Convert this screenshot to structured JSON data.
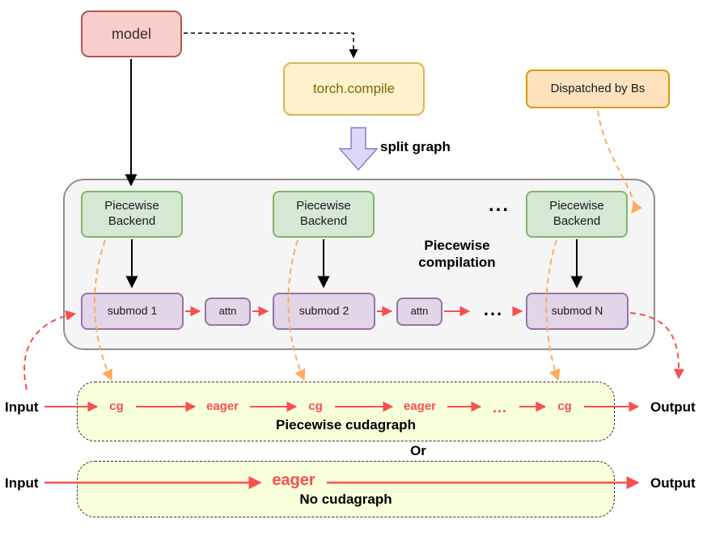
{
  "nodes": {
    "model": "model",
    "torch_compile": "torch.compile",
    "dispatched": "Dispatched by Bs",
    "split_graph": "split graph",
    "piecewise_compilation": "Piecewise compilation",
    "backend_1": "Piecewise Backend",
    "backend_2": "Piecewise Backend",
    "backend_3": "Piecewise Backend",
    "ellipsis_top": "...",
    "submod_1": "submod 1",
    "submod_2": "submod 2",
    "submod_n": "submod N",
    "attn_1": "attn",
    "attn_2": "attn",
    "ellipsis_mid": "..."
  },
  "cudagraph_row": {
    "label": "Piecewise cudagraph",
    "input": "Input",
    "output": "Output",
    "items": [
      "cg",
      "eager",
      "cg",
      "eager",
      "...",
      "cg"
    ]
  },
  "or_label": "Or",
  "no_cudagraph_row": {
    "label": "No cudagraph",
    "input": "Input",
    "output": "Output",
    "eager": "eager"
  },
  "colors": {
    "model_fill": "#f8cecc",
    "model_stroke": "#b85450",
    "yellow_fill": "#fff2cc",
    "yellow_stroke": "#d6b656",
    "torch_text": "#7d6608",
    "orange_fill": "#ffe2bd",
    "orange_stroke": "#d79b00",
    "green_fill": "#d5e8d4",
    "green_stroke": "#82b366",
    "purple_fill": "#e1d5e7",
    "purple_stroke": "#9673a6",
    "container_fill": "#f5f5f5",
    "container_stroke": "#8f8f8f",
    "cudagraph_fill": "#f8ffdb",
    "red": "#fa4e4e",
    "orange_dash": "#ffab5e",
    "splitarrow_fill": "#dcd9f7",
    "splitarrow_stroke": "#827ec9"
  }
}
